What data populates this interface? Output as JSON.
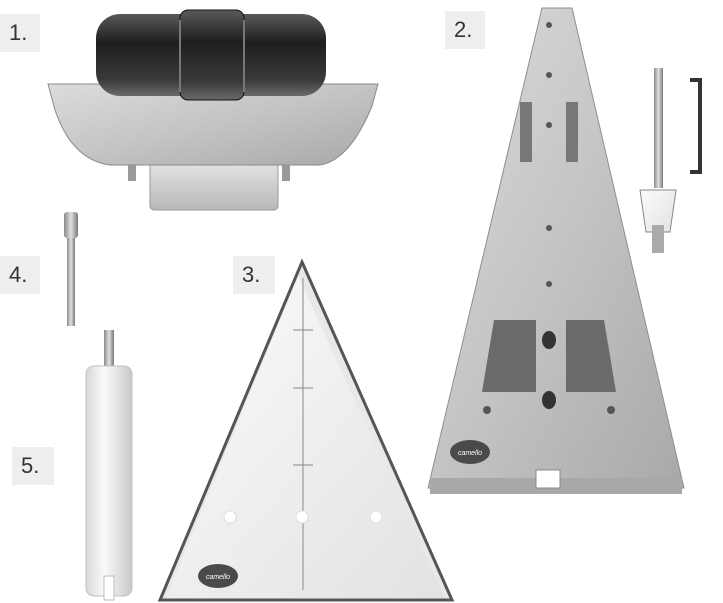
{
  "labels": [
    "1.",
    "2.",
    "3.",
    "4.",
    "5."
  ],
  "logos": {
    "template_large": "camello",
    "template_small": "camello"
  },
  "colors": {
    "label_bg": "#eeeeee",
    "metal": "#c8c8c8",
    "metal_dark": "#8a8a8a",
    "roller_dark": "#2a2a2a",
    "white_part": "#f4f4f4",
    "logo_badge": "#4a4a4a"
  }
}
